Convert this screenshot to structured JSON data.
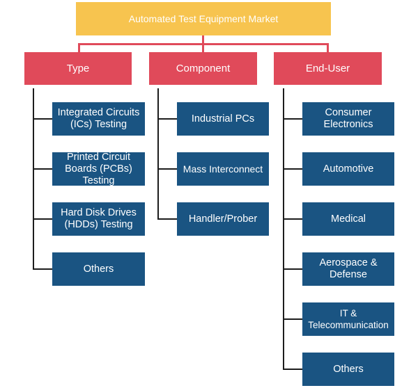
{
  "root": {
    "label": "Automated Test Equipment Market"
  },
  "categories": [
    {
      "label": "Type",
      "items": [
        {
          "label": "Integrated Circuits (ICs) Testing"
        },
        {
          "label": "Printed Circuit Boards (PCBs) Testing"
        },
        {
          "label": "Hard Disk Drives (HDDs) Testing"
        },
        {
          "label": "Others"
        }
      ]
    },
    {
      "label": "Component",
      "items": [
        {
          "label": "Industrial PCs"
        },
        {
          "label": "Mass Interconnect"
        },
        {
          "label": "Handler/Prober"
        }
      ]
    },
    {
      "label": "End-User",
      "items": [
        {
          "label": "Consumer Electronics"
        },
        {
          "label": "Automotive"
        },
        {
          "label": "Medical"
        },
        {
          "label": "Aerospace & Defense"
        },
        {
          "label": "IT & Telecommunication"
        },
        {
          "label": "Others"
        }
      ]
    }
  ],
  "colors": {
    "root": "#f7c44f",
    "category": "#e04a5a",
    "leaf": "#1a5482",
    "connector": "#1c1c1c"
  }
}
